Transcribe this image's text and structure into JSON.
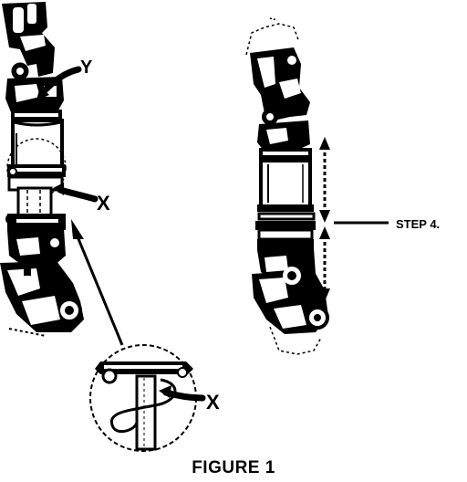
{
  "figure": {
    "caption": "FIGURE 1",
    "labels": {
      "y": "Y",
      "x_main": "X",
      "x_inset": "X",
      "step": "STEP 4."
    }
  }
}
